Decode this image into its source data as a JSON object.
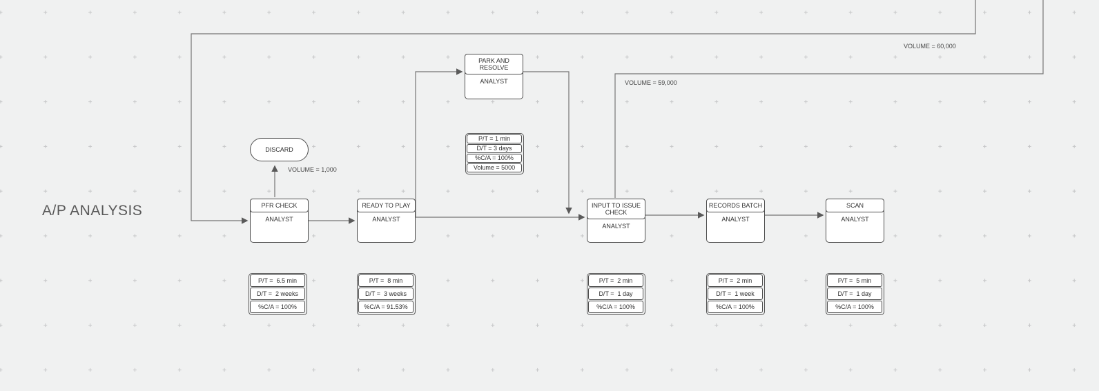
{
  "title": "A/P ANALYSIS",
  "colors": {
    "background": "#f0f1f1",
    "grid_dot": "#c5c6c7",
    "connector": "#757575",
    "shape_border": "#4e4e4e",
    "shape_fill": "#ffffff"
  },
  "discard": {
    "label": "DISCARD"
  },
  "volume_labels": {
    "to_pfr_check": "VOLUME = 60,000",
    "to_input_to_issue_check": "VOLUME = 59,000",
    "to_discard": "VOLUME = 1,000"
  },
  "processes": [
    {
      "name": "PFR CHECK",
      "role": "ANALYST",
      "metrics": [
        "P/T =  6.5 min",
        "D/T =  2 weeks",
        "%C/A = 100%"
      ]
    },
    {
      "name": "READY TO PLAY",
      "role": "ANALYST",
      "metrics": [
        "P/T =  8 min",
        "D/T =  3 weeks",
        "%C/A = 91.53%"
      ]
    },
    {
      "name": "PARK AND RESOLVE",
      "role": "ANALYST",
      "metrics": [
        "P/T = 1 min",
        "D/T = 3 days",
        "%C/A = 100%",
        "Volume = 5000"
      ]
    },
    {
      "name": "INPUT TO ISSUE CHECK",
      "role": "ANALYST",
      "metrics": [
        "P/T =  2 min",
        "D/T =  1 day",
        "%C/A = 100%"
      ]
    },
    {
      "name": "RECORDS BATCH",
      "role": "ANALYST",
      "metrics": [
        "P/T =  2 min",
        "D/T =  1 week",
        "%C/A = 100%"
      ]
    },
    {
      "name": "SCAN",
      "role": "ANALYST",
      "metrics": [
        "P/T =  5 min",
        "D/T =  1 day",
        "%C/A = 100%"
      ]
    }
  ]
}
